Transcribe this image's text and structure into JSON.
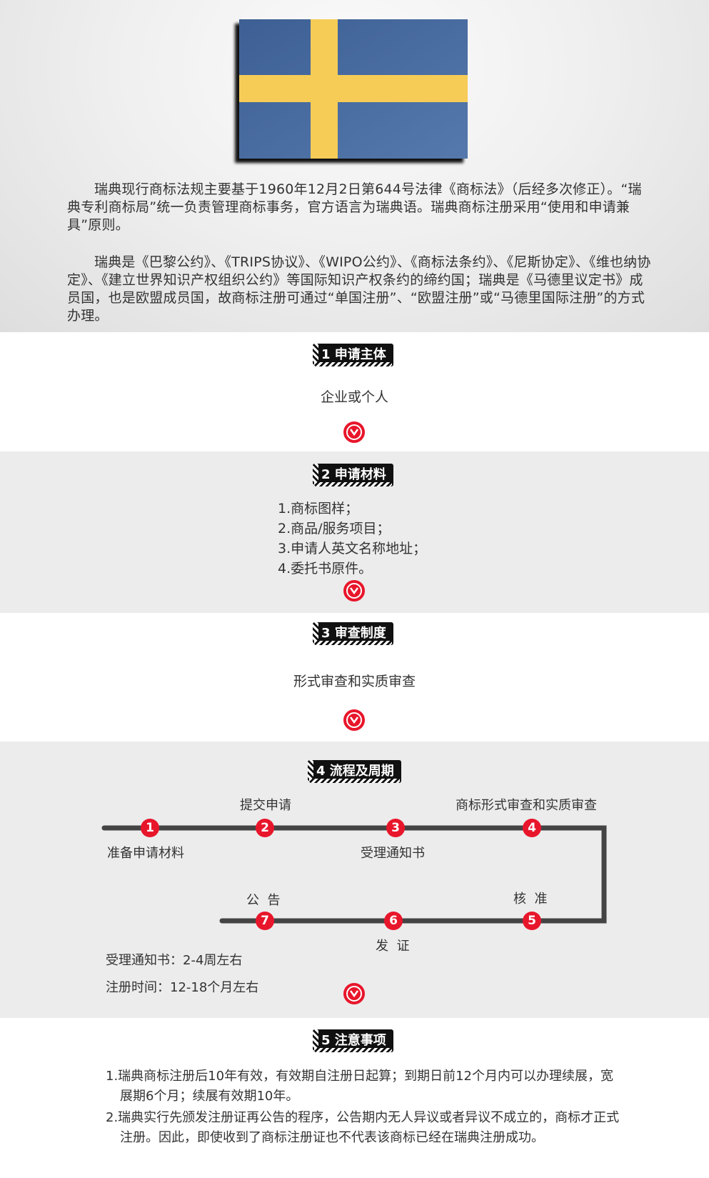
{
  "intro": {
    "flag_icon": "sweden-flag",
    "para1": "瑞典现行商标法规主要基于1960年12月2日第644号法律《商标法》（后经多次修正）。“瑞典专利商标局”统一负责管理商标事务，官方语言为瑞典语。瑞典商标注册采用“使用和申请兼具”原则。",
    "para2": "瑞典是《巴黎公约》、《TRIPS协议》、《WIPO公约》、《商标法条约》、《尼斯协定》、《维也纳协定》、《建立世界知识产权组织公约》等国际知识产权条约的缔约国；瑞典是《马德里议定书》成员国，也是欧盟成员国，故商标注册可通过“单国注册”、“欧盟注册”或“马德里国际注册”的方式办理。"
  },
  "section1": {
    "title": "1 申请主体",
    "content": "企业或个人"
  },
  "section2": {
    "title": "2 申请材料",
    "items": [
      "1.商标图样；",
      "2.商品/服务项目；",
      "3.申请人英文名称地址；",
      "4.委托书原件。"
    ]
  },
  "section3": {
    "title": "3 审查制度",
    "content": "形式审查和实质审查"
  },
  "section4": {
    "title": "4 流程及周期",
    "steps": [
      {
        "num": "1",
        "label": "准备申请材料"
      },
      {
        "num": "2",
        "label": "提交申请"
      },
      {
        "num": "3",
        "label": "受理通知书"
      },
      {
        "num": "4",
        "label": "商标形式审查和实质审查"
      },
      {
        "num": "5",
        "label": "核  准"
      },
      {
        "num": "6",
        "label": "发  证"
      },
      {
        "num": "7",
        "label": "公  告"
      }
    ],
    "timing": [
      "受理通知书：2-4周左右",
      "注册时间：12-18个月左右"
    ]
  },
  "section5": {
    "title": "5 注意事项",
    "notes": [
      "1.瑞典商标注册后10年有效，有效期自注册日起算；到期日前12个月内可以办理续展，宽展期6个月；续展有效期10年。",
      "2.瑞典实行先颁发注册证再公告的程序，公告期内无人异议或者异议不成立的，商标才正式注册。因此，即使收到了商标注册证也不代表该商标已经在瑞典注册成功。"
    ]
  },
  "colors": {
    "accent": "#e8162b",
    "flag_blue": "#4a6ea3",
    "flag_yellow": "#f6cc57"
  }
}
